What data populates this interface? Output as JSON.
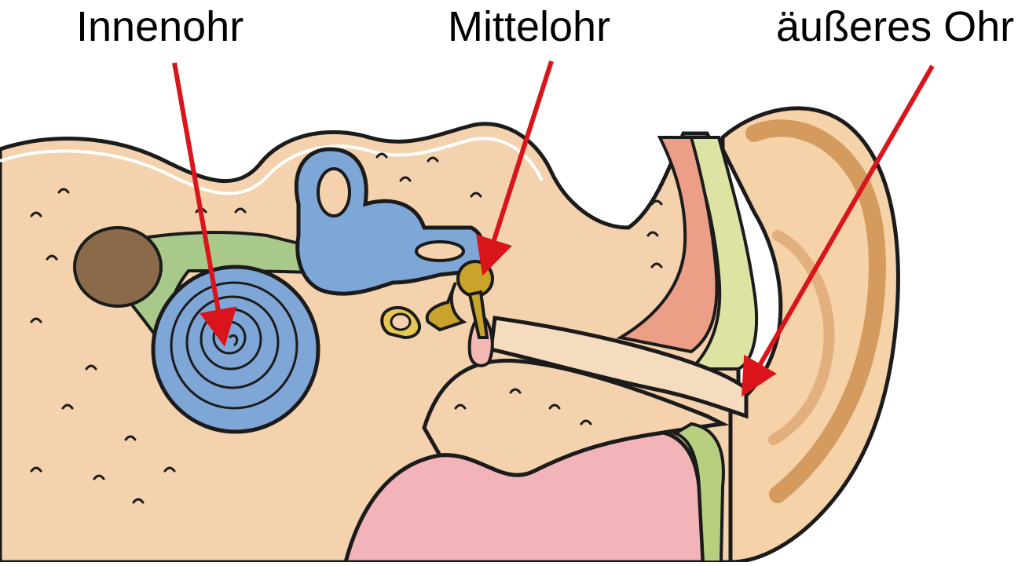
{
  "labels": {
    "inner_ear": "Innenohr",
    "middle_ear": "Mittelohr",
    "outer_ear": "äußeres Ohr"
  },
  "colors": {
    "arrow": "#d9141b",
    "bone": "#f3d2ad",
    "bone_outline": "#1b1b1b",
    "cochlea": "#7ea6d6",
    "nerve": "#a9c98a",
    "ossicles": "#c9a42a",
    "canal_tissue": "#ec9f86",
    "throat": "#f2b4b8",
    "auricle": "#f5d2a8"
  }
}
